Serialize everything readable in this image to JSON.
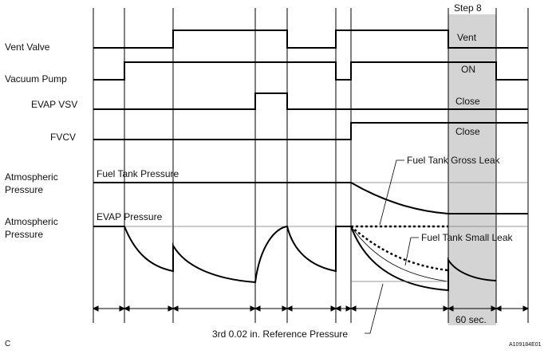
{
  "step_label": "Step 8",
  "rows": [
    {
      "label": "Vent Valve",
      "state": "Vent"
    },
    {
      "label": "Vacuum Pump",
      "state": "ON"
    },
    {
      "label": "EVAP VSV",
      "state": "Close"
    },
    {
      "label": "FVCV",
      "state": "Close"
    }
  ],
  "atmospheric_label_1": "Atmospheric",
  "atmospheric_label_2": "Pressure",
  "fuel_tank_pressure": "Fuel Tank Pressure",
  "evap_pressure": "EVAP Pressure",
  "gross_leak": "Fuel Tank Gross Leak",
  "small_leak": "Fuel Tank Small Leak",
  "reference_pressure": "3rd 0.02 in. Reference Pressure",
  "duration": "60 sec.",
  "corner_label": "C",
  "figure_id": "A109184E01",
  "colors": {
    "step_band": "#d4d4d4"
  }
}
